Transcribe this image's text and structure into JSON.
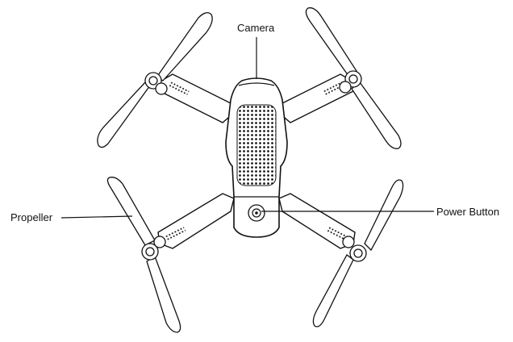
{
  "labels": {
    "camera": "Camera",
    "propeller": "Propeller",
    "power_button": "Power Button"
  },
  "colors": {
    "line": "#111111",
    "background": "#ffffff"
  }
}
